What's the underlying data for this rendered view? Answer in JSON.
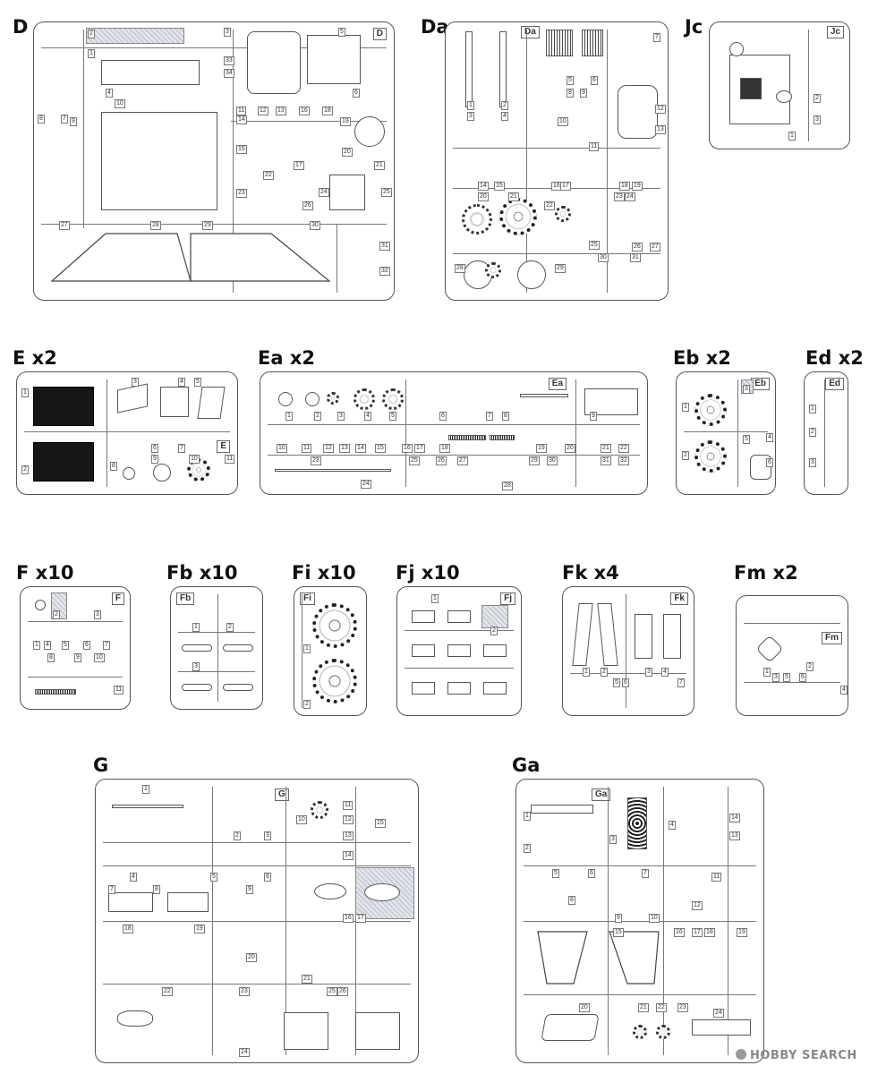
{
  "sheets": [
    {
      "id": "D",
      "title": "D",
      "corner": "D",
      "numbers": [
        "1",
        "2",
        "3",
        "4",
        "5",
        "6",
        "7",
        "8",
        "9",
        "10",
        "11",
        "12",
        "13",
        "14",
        "15",
        "16",
        "17",
        "18",
        "19",
        "20",
        "21",
        "22",
        "23",
        "24",
        "25",
        "26",
        "27",
        "28",
        "29",
        "30",
        "31",
        "32",
        "33",
        "34"
      ]
    },
    {
      "id": "Da",
      "title": "Da",
      "corner": "Da",
      "numbers": [
        "1",
        "2",
        "3",
        "4",
        "5",
        "6",
        "7",
        "8",
        "9",
        "10",
        "11",
        "12",
        "13",
        "14",
        "15",
        "16",
        "17",
        "18",
        "19",
        "20",
        "21",
        "22",
        "23",
        "24",
        "25",
        "26",
        "27",
        "28",
        "29",
        "30",
        "31"
      ]
    },
    {
      "id": "Jc",
      "title": "Jc",
      "corner": "Jc",
      "numbers": [
        "1",
        "2",
        "3"
      ]
    },
    {
      "id": "E",
      "title": "E x2",
      "corner": "E",
      "numbers": [
        "1",
        "2",
        "3",
        "4",
        "5",
        "6",
        "7",
        "8",
        "9",
        "10",
        "11"
      ]
    },
    {
      "id": "Ea",
      "title": "Ea x2",
      "corner": "Ea",
      "numbers": [
        "1",
        "2",
        "3",
        "4",
        "5",
        "6",
        "7",
        "8",
        "9",
        "10",
        "11",
        "12",
        "13",
        "14",
        "15",
        "16",
        "17",
        "18",
        "19",
        "20",
        "21",
        "22",
        "23",
        "24",
        "25",
        "26",
        "27",
        "28",
        "29",
        "30",
        "31",
        "32"
      ]
    },
    {
      "id": "Eb",
      "title": "Eb x2",
      "corner": "Eb",
      "numbers": [
        "1",
        "2",
        "3",
        "4",
        "5",
        "6"
      ]
    },
    {
      "id": "Ed",
      "title": "Ed x2",
      "corner": "Ed",
      "numbers": [
        "1",
        "2",
        "3"
      ]
    },
    {
      "id": "F",
      "title": "F x10",
      "corner": "F",
      "numbers": [
        "1",
        "2",
        "3",
        "4",
        "5",
        "6",
        "7",
        "8",
        "9",
        "10",
        "11"
      ]
    },
    {
      "id": "Fb",
      "title": "Fb x10",
      "corner": "Fb",
      "numbers": [
        "1",
        "2",
        "3"
      ]
    },
    {
      "id": "Fi",
      "title": "Fi x10",
      "corner": "Fi",
      "numbers": [
        "1",
        "2"
      ]
    },
    {
      "id": "Fj",
      "title": "Fj x10",
      "corner": "Fj",
      "numbers": [
        "1",
        "2"
      ]
    },
    {
      "id": "Fk",
      "title": "Fk x4",
      "corner": "Fk",
      "numbers": [
        "1",
        "2",
        "3",
        "4",
        "5",
        "6",
        "7"
      ]
    },
    {
      "id": "Fm",
      "title": "Fm x2",
      "corner": "Fm",
      "numbers": [
        "1",
        "2",
        "3",
        "4",
        "5",
        "6"
      ]
    },
    {
      "id": "G",
      "title": "G",
      "corner": "G",
      "numbers": [
        "1",
        "2",
        "3",
        "4",
        "5",
        "6",
        "7",
        "8",
        "9",
        "10",
        "11",
        "12",
        "13",
        "14",
        "15",
        "16",
        "17",
        "18",
        "19",
        "20",
        "21",
        "22",
        "23",
        "24",
        "25",
        "26"
      ]
    },
    {
      "id": "Ga",
      "title": "Ga",
      "corner": "Ga",
      "numbers": [
        "1",
        "2",
        "3",
        "4",
        "5",
        "6",
        "7",
        "8",
        "9",
        "10",
        "11",
        "12",
        "13",
        "14",
        "15",
        "16",
        "17",
        "18",
        "19",
        "20",
        "21",
        "22",
        "23",
        "24"
      ]
    }
  ],
  "watermark": {
    "text": "HOBBY SEARCH"
  },
  "colors": {
    "frame": "#555555",
    "hatch": "#c9cdd6",
    "dark_part": "#161616"
  }
}
